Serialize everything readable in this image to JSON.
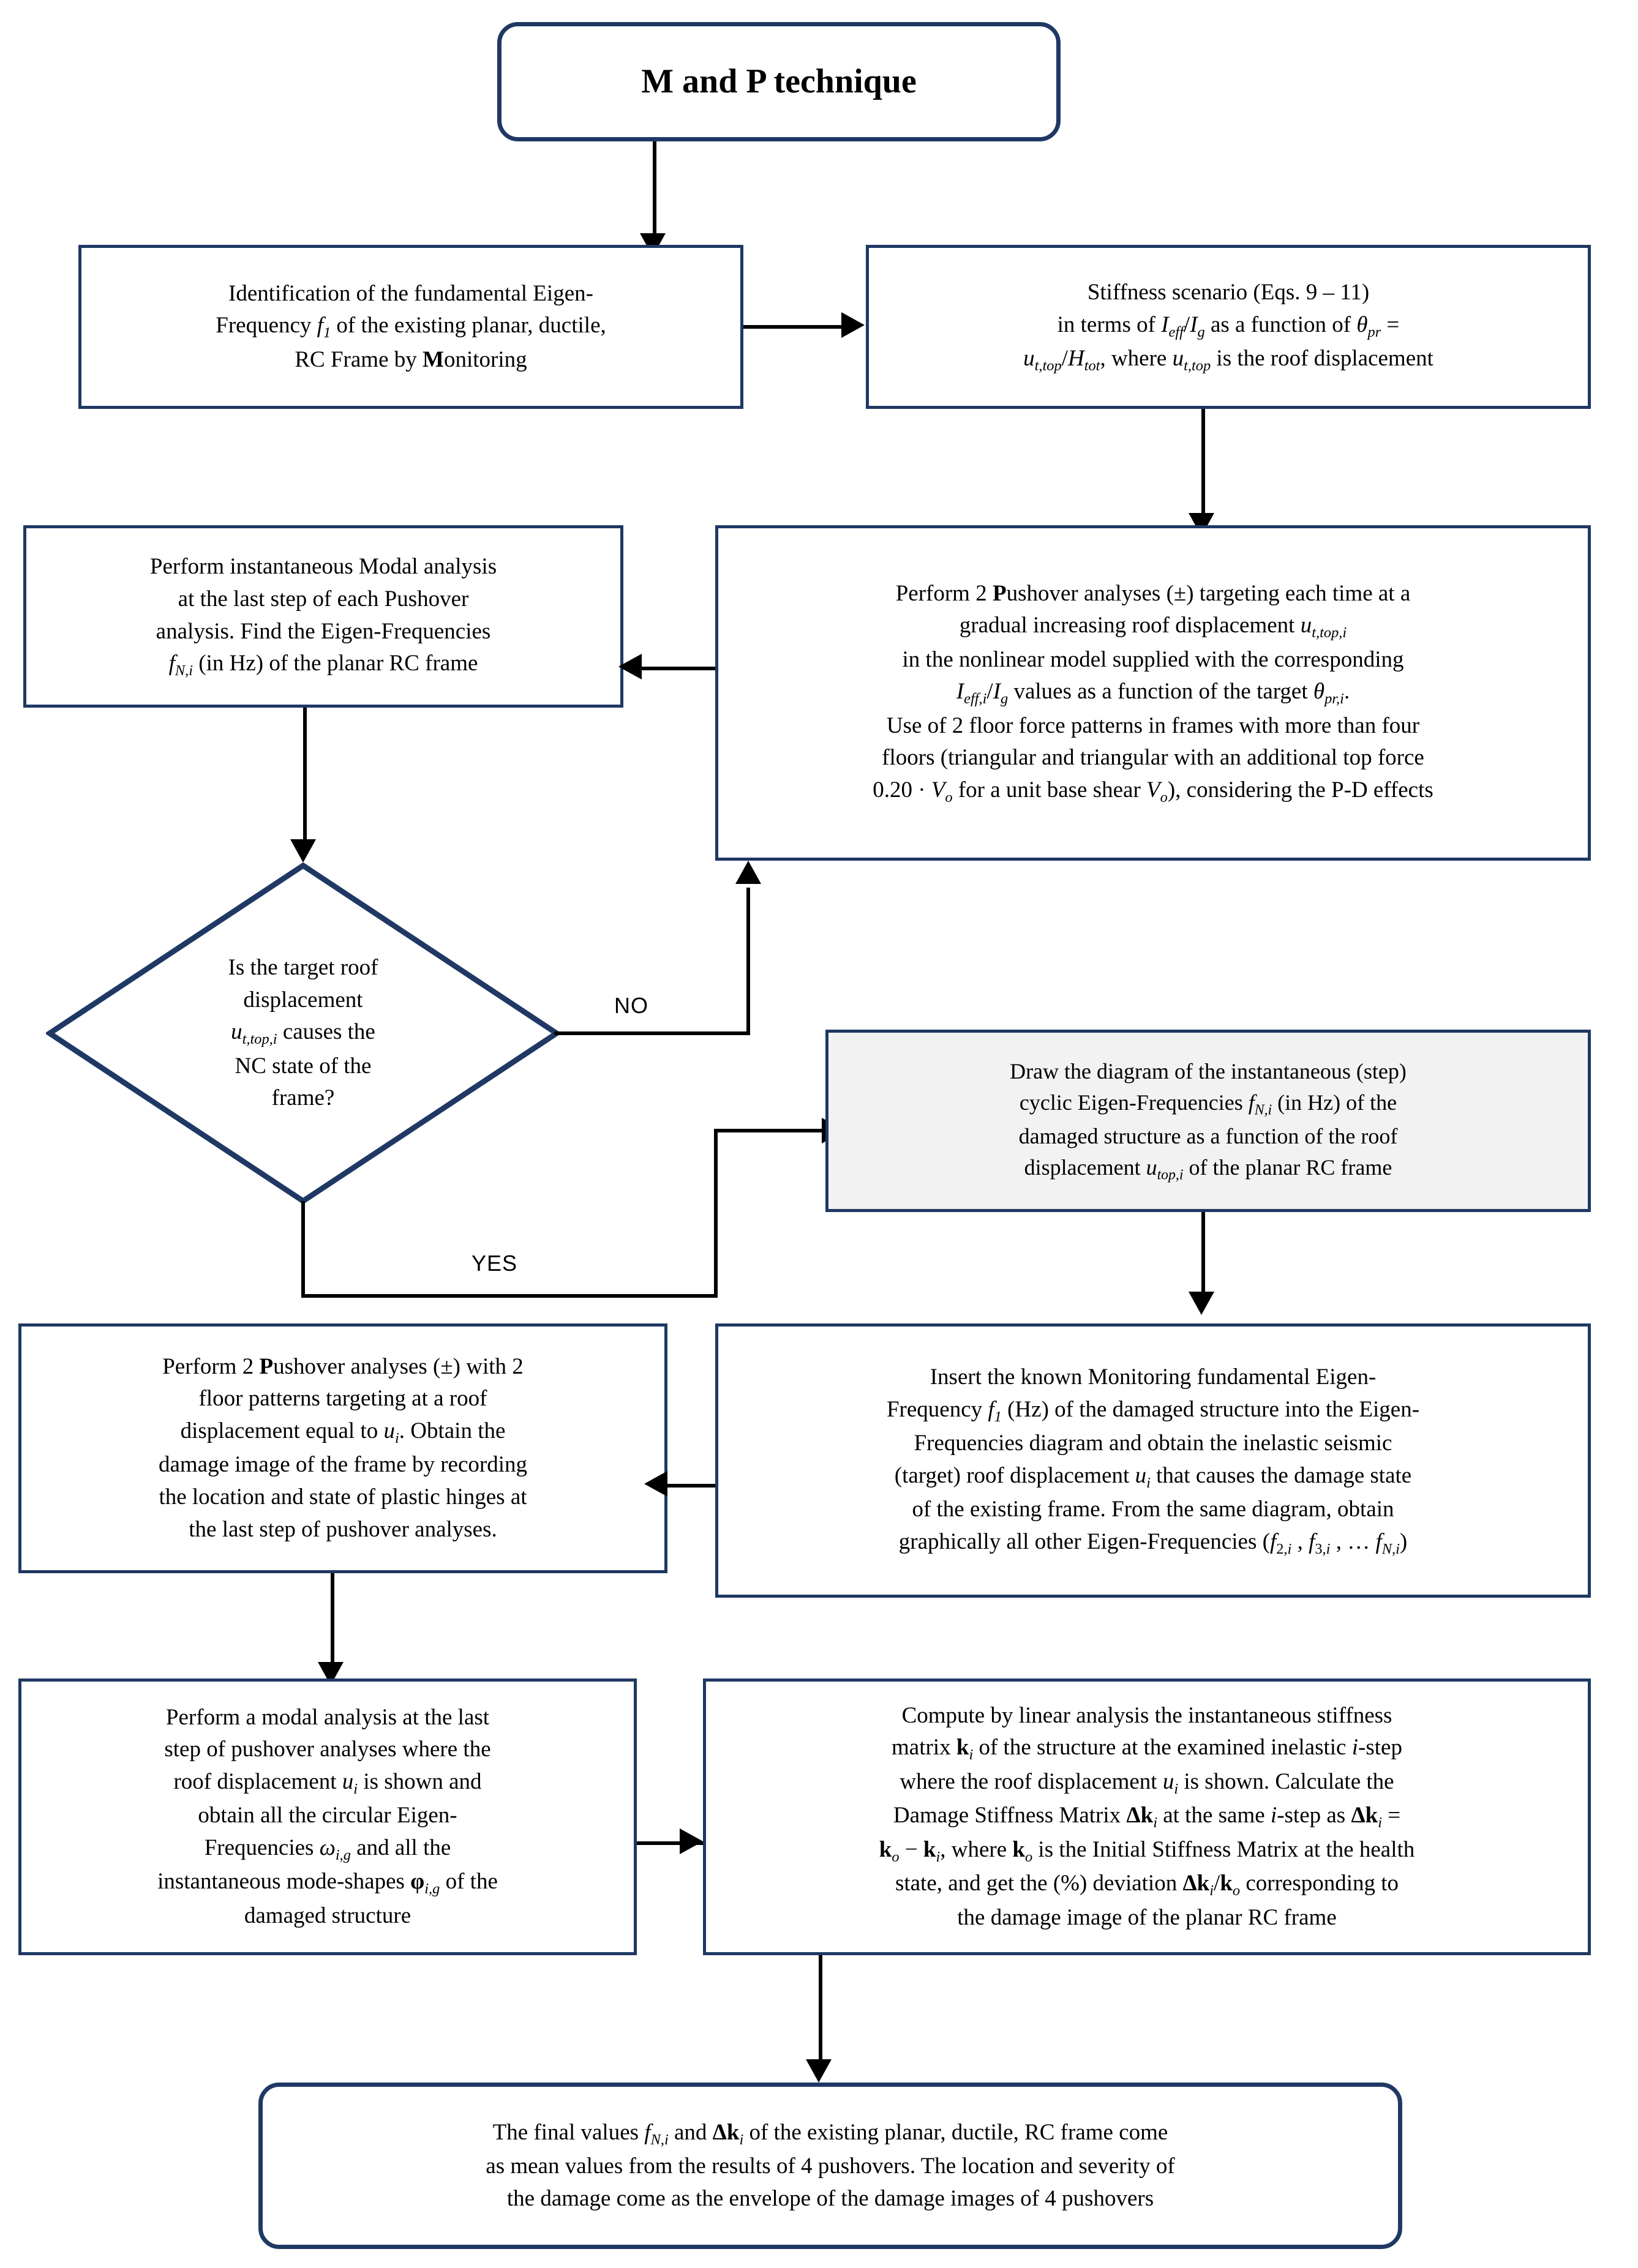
{
  "diagram": {
    "title": "M and P technique",
    "type": "flowchart",
    "accent_border_color": "#1F3864",
    "shaded_node_fill": "#f2f2f2",
    "nodes": [
      {
        "id": "start",
        "shape": "rounded-rectangle",
        "text": "M and P technique"
      },
      {
        "id": "identification",
        "shape": "rectangle",
        "text": "Identification of the fundamental Eigen-Frequency f1 of the existing planar, ductile, RC Frame by Monitoring"
      },
      {
        "id": "stiffness-scenario",
        "shape": "rectangle",
        "text": "Stiffness scenario (Eqs. 9 – 11) in terms of Ieff/Ig as a function of θpr = ut,top/Htot, where ut,top is the roof displacement"
      },
      {
        "id": "modal-analysis",
        "shape": "rectangle",
        "text": "Perform instantaneous Modal analysis at the last step of each Pushover analysis. Find the Eigen-Frequencies fN,i (in Hz) of the planar RC frame"
      },
      {
        "id": "pushover-analyses",
        "shape": "rectangle",
        "text": "Perform 2 Pushover analyses (±) targeting each time at a gradual increasing roof displacement ut,top,i, in the nonlinear model supplied with the corresponding Ieff,i/Ig values as a function of the target θpr,i. Use of 2 floor force patterns in frames with more than four floors (triangular and triangular with an additional top force 0.20 · Vo for a unit base shear Vo), considering the P-D effects"
      },
      {
        "id": "decision-nc-state",
        "shape": "diamond",
        "text": "Is the target roof displacement ut,top,i causes the NC state of the frame?"
      },
      {
        "id": "draw-diagram",
        "shape": "rectangle-shaded",
        "text": "Draw the diagram of the instantaneous (step) cyclic Eigen-Frequencies fN,i (in Hz) of the damaged structure as a function of the roof displacement utop,i of the planar RC frame"
      },
      {
        "id": "insert-monitoring",
        "shape": "rectangle",
        "text": "Insert the known Monitoring fundamental Eigen-Frequency f1 (Hz) of the damaged structure into the Eigen-Frequencies diagram and obtain the inelastic seismic (target) roof displacement ui that causes the damage state of the existing frame. From the same diagram, obtain graphically all other Eigen-Frequencies (f2,i , f3,i , … fN,i)"
      },
      {
        "id": "pushover-two-patterns",
        "shape": "rectangle",
        "text": "Perform 2 Pushover analyses (±) with 2 floor patterns targeting at a roof displacement equal to ui. Obtain the damage image of the frame by recording the location and state of plastic hinges at the last step of pushover analyses."
      },
      {
        "id": "modal-at-last-step",
        "shape": "rectangle",
        "text": "Perform a modal analysis at the last step of pushover analyses where the roof displacement ui is shown and obtain all the circular Eigen-Frequencies ωi,g and all the instantaneous mode-shapes φi,g of the damaged structure"
      },
      {
        "id": "compute-stiffness",
        "shape": "rectangle",
        "text": "Compute by linear analysis the instantaneous stiffness matrix ki of the structure at the examined inelastic i-step where the roof displacement ui is shown. Calculate the Damage Stiffness Matrix Δki at the same i-step as Δki = ko − ki, where ko is the Initial Stiffness Matrix at the health state, and get the (%) deviation Δki/ko corresponding to the damage image of the planar RC frame"
      },
      {
        "id": "final-values",
        "shape": "rounded-rectangle",
        "text": "The final values fN,i and Δki of the existing planar, ductile, RC frame come as mean values from the results of 4 pushovers. The location and severity of the damage come as the envelope of the damage images of 4 pushovers"
      }
    ],
    "edge_labels": {
      "no": "NO",
      "yes": "YES"
    },
    "lines": {
      "identification": {
        "l1a": "Identification of the fundamental Eigen-",
        "l2a": "Frequency ",
        "l2b": "1",
        "l2c": " of the existing planar, ductile,",
        "l3a": "RC Frame by ",
        "l3b": "M",
        "l3c": "onitoring"
      },
      "stiffness": {
        "l1": "Stiffness scenario (Eqs. 9 – 11)",
        "l2a": "in terms of ",
        "l2b": "eff",
        "l2c": "/",
        "l2d": "g",
        "l2e": " as a function of ",
        "l2f": "pr",
        "l2g": " =",
        "l3a": "t,top",
        "l3b": "/",
        "l3c": "tot",
        "l3d": ", where ",
        "l3e": "t,top",
        "l3f": " is the roof displacement"
      },
      "modal": {
        "l1": "Perform instantaneous Modal analysis",
        "l2": "at the last step of each Pushover",
        "l3": "analysis. Find the Eigen-Frequencies",
        "l4a": "N,i",
        "l4b": " (in Hz) of the planar RC frame"
      },
      "pushover": {
        "l1a": "Perform 2 ",
        "l1b": "P",
        "l1c": "ushover analyses (±) targeting each time at a",
        "l2a": "gradual increasing roof displacement ",
        "l2b": "t,top,i",
        "l3": "in the nonlinear model supplied with the corresponding",
        "l4a": "eff,i",
        "l4b": "/",
        "l4c": "g",
        "l4d": " values as a function of the target ",
        "l4e": "pr,i",
        "l5": "Use of 2 floor force patterns in frames with more than four",
        "l6": "floors (triangular and triangular with an additional top force",
        "l7a": "0.20 · ",
        "l7b": "o",
        "l7c": " for a unit base shear ",
        "l7d": "o",
        "l7e": "), considering the P-D effects"
      },
      "decision": {
        "l1": "Is the target roof",
        "l2": "displacement",
        "l3a": "t,top,i",
        "l3b": " causes the",
        "l4": "NC state of the",
        "l5": "frame?"
      },
      "draw": {
        "l1": "Draw the diagram of the instantaneous (step)",
        "l2a": "cyclic Eigen-Frequencies ",
        "l2b": "N,i",
        "l2c": " (in Hz) of the",
        "l3": "damaged structure as a function of the roof",
        "l4a": "displacement ",
        "l4b": "top,i",
        "l4c": " of the planar RC frame"
      },
      "insert": {
        "l1": "Insert the known Monitoring fundamental Eigen-",
        "l2a": "Frequency ",
        "l2b": "1",
        "l2c": " (Hz) of the damaged structure into the Eigen-",
        "l3": "Frequencies diagram and obtain the inelastic seismic",
        "l4a": "(target) roof displacement ",
        "l4b": "i",
        "l4c": " that causes the damage state",
        "l5": "of the existing frame. From the same diagram, obtain",
        "l6a": "graphically all other Eigen-Frequencies (",
        "l6b": "2,",
        "l6c": "i",
        "l6d": " , ",
        "l6e": "3,",
        "l6f": "i",
        "l6g": " , … ",
        "l6h": "N,",
        "l6i": "i",
        "l6j": ")"
      },
      "pushtwo": {
        "l1a": "Perform 2 ",
        "l1b": "P",
        "l1c": "ushover analyses (±) with 2",
        "l2": "floor patterns targeting at a roof",
        "l3a": "displacement equal to ",
        "l3b": "i",
        "l3c": ". Obtain the",
        "l4": "damage image of the frame by recording",
        "l5": "the location and state of plastic hinges at",
        "l6": "the last step of pushover analyses."
      },
      "modallast": {
        "l1": "Perform a modal analysis at the last",
        "l2": "step of pushover analyses where the",
        "l3a": "roof displacement ",
        "l3b": "i",
        "l3c": " is shown and",
        "l4": "obtain all the circular Eigen-",
        "l5a": "Frequencies ",
        "l5b": "i,g",
        "l5c": " and all the",
        "l6a": "instantaneous mode-shapes ",
        "l6b": "i,g",
        "l6c": " of the",
        "l7": "damaged structure"
      },
      "compute": {
        "l1": "Compute by linear analysis the instantaneous stiffness",
        "l2a": "matrix ",
        "l2b": "i",
        "l2c": " of the structure at the examined inelastic ",
        "l2d": "i",
        "l2e": "-step",
        "l3a": "where the roof displacement ",
        "l3b": "i",
        "l3c": " is shown. Calculate the",
        "l4a": "Damage Stiffness Matrix ",
        "l4b": "i",
        "l4c": " at the same ",
        "l4d": "i",
        "l4e": "-step as ",
        "l4f": "i",
        "l4g": " =",
        "l5a": "o",
        "l5b": " − ",
        "l5c": "i",
        "l5d": ", where ",
        "l5e": "o",
        "l5f": " is the Initial Stiffness Matrix at the health",
        "l6a": "state, and get the (%) deviation ",
        "l6b": "i",
        "l6c": "/",
        "l6d": "o",
        "l6e": " corresponding to",
        "l7": "the damage image of the planar RC frame"
      },
      "final": {
        "l1a": "The final values ",
        "l1b": "N,",
        "l1c": "i",
        "l1d": " and ",
        "l1e": "i",
        "l1f": " of the existing planar, ductile, RC frame come",
        "l2": "as mean values from the results of 4 pushovers. The location and severity of",
        "l3": "the damage come as the envelope of the damage images of 4 pushovers"
      }
    }
  }
}
